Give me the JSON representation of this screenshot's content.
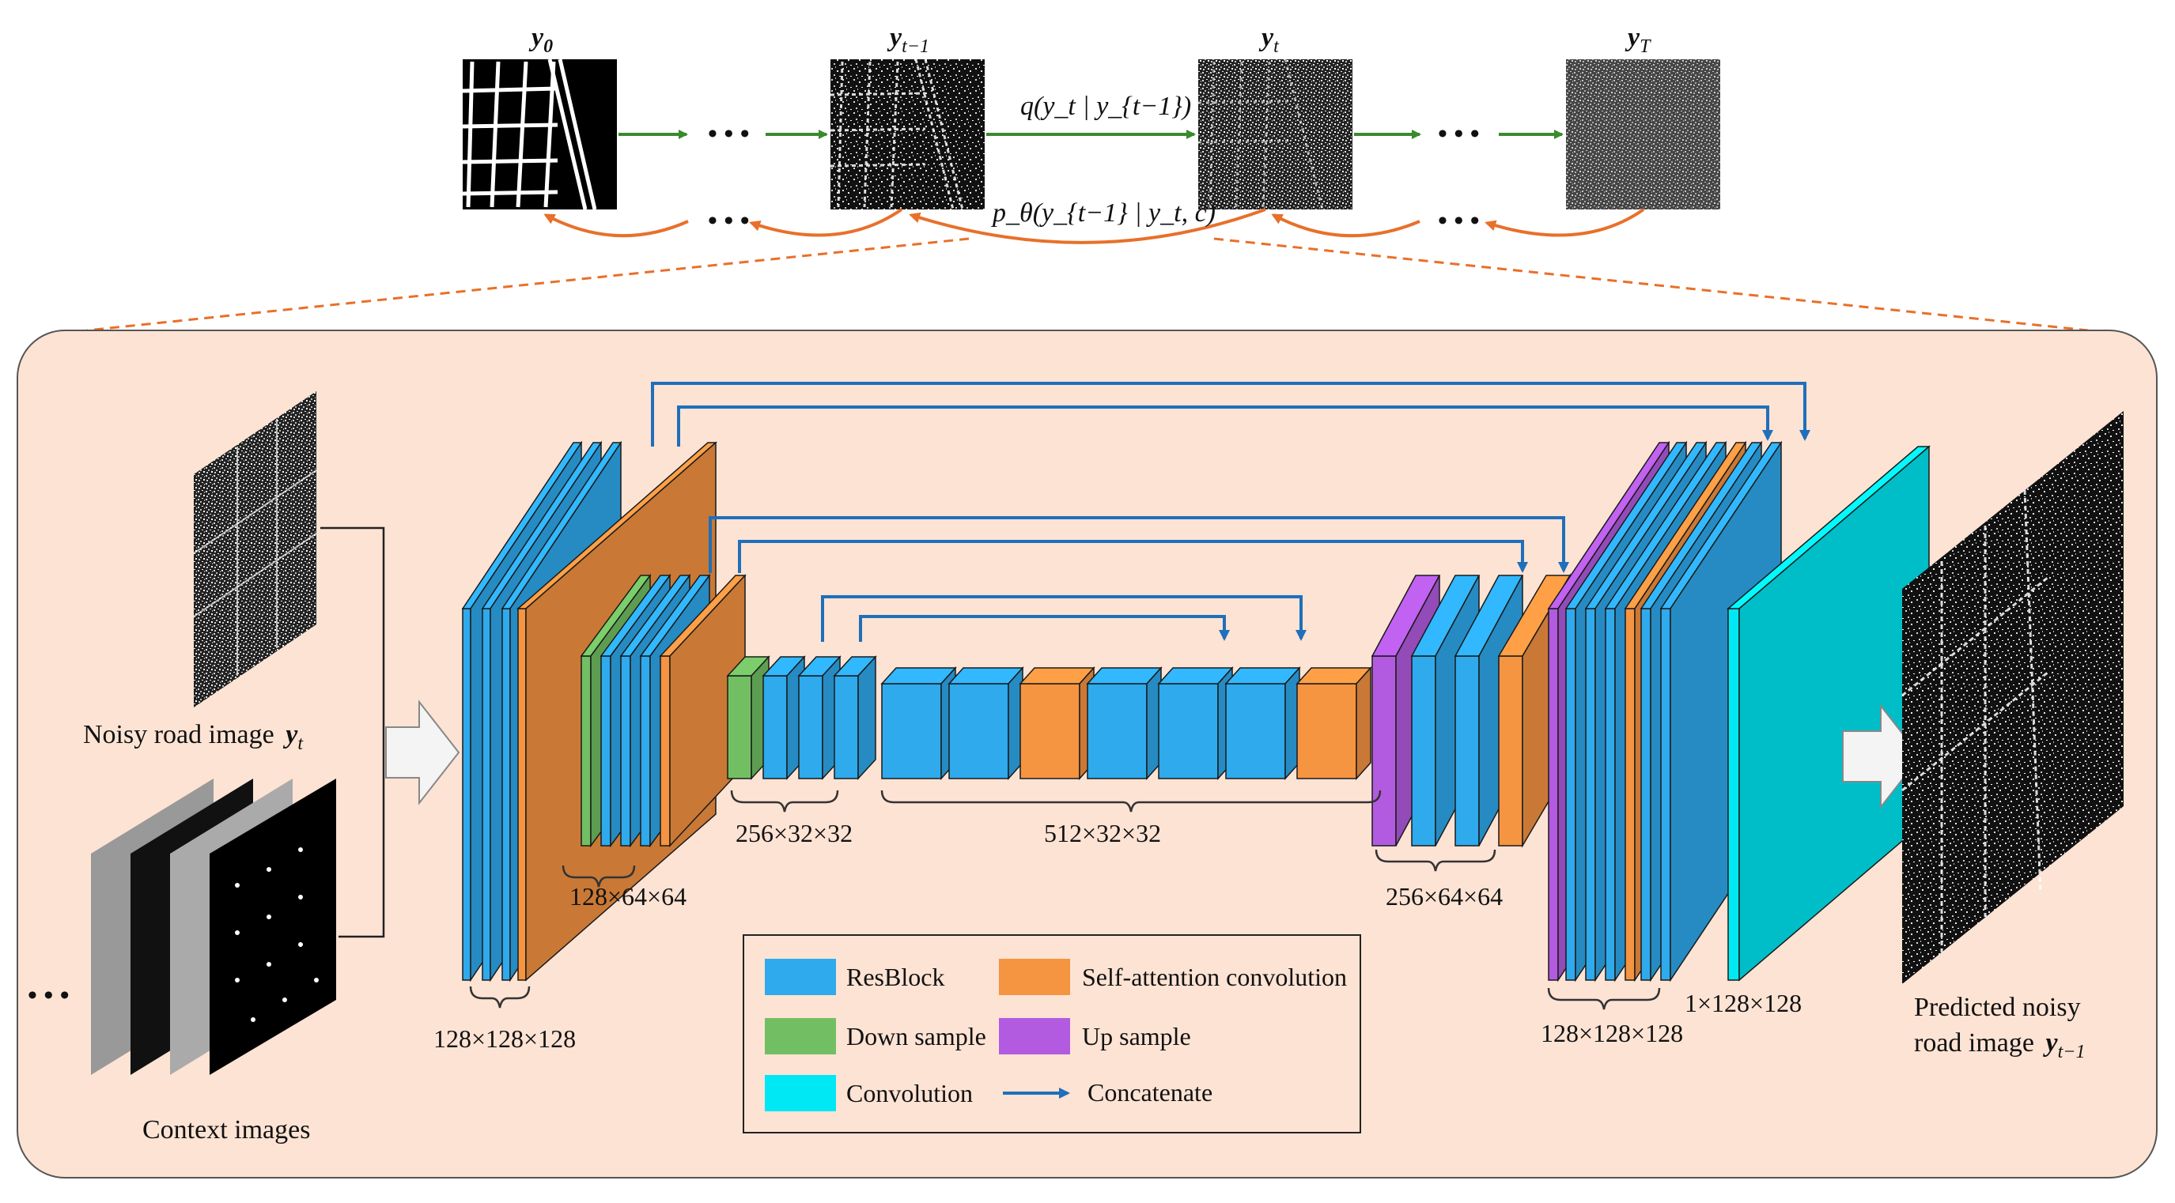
{
  "diffusion": {
    "labels": {
      "y0": "y",
      "y0_sub": "0",
      "ytm1": "y",
      "ytm1_sub": "t−1",
      "yt": "y",
      "yt_sub": "t",
      "yT": "y",
      "yT_sub": "T"
    },
    "ellipsis": "• • •",
    "forward_label": "q(y_t | y_{t−1})",
    "reverse_label": "p_θ(y_{t−1} | y_t, c)"
  },
  "inputs": {
    "noisy_label": "Noisy road image",
    "noisy_symbol": "y",
    "noisy_sub": "t",
    "context_label": "Context images",
    "ellipsis": "• • •"
  },
  "output": {
    "line1": "Predicted noisy",
    "line2": "road image",
    "symbol": "y",
    "sub": "t−1"
  },
  "dims": {
    "d1": "128×128×128",
    "d2": "128×64×64",
    "d3": "256×32×32",
    "d4": "512×32×32",
    "d5": "256×64×64",
    "d6": "128×128×128",
    "d7": "1×128×128"
  },
  "legend": [
    {
      "label": "ResBlock",
      "color": "#2eaaed"
    },
    {
      "label": "Self-attention convolution",
      "color": "#f59441"
    },
    {
      "label": "Down sample",
      "color": "#72bf63"
    },
    {
      "label": "Up sample",
      "color": "#b35be0"
    },
    {
      "label": "Convolution",
      "color": "#00e8f4"
    },
    {
      "label": "Concatenate",
      "color": "#1f6fba"
    }
  ],
  "colors": {
    "resblock": "#2eaaed",
    "attention": "#f59441",
    "down": "#72bf63",
    "up": "#b35be0",
    "conv": "#00e8f4",
    "concat_arrow": "#1f6fba",
    "forward_arrow": "#3a8a2e",
    "reverse_arrow": "#e8702a",
    "panel_bg": "#fde3d4"
  }
}
